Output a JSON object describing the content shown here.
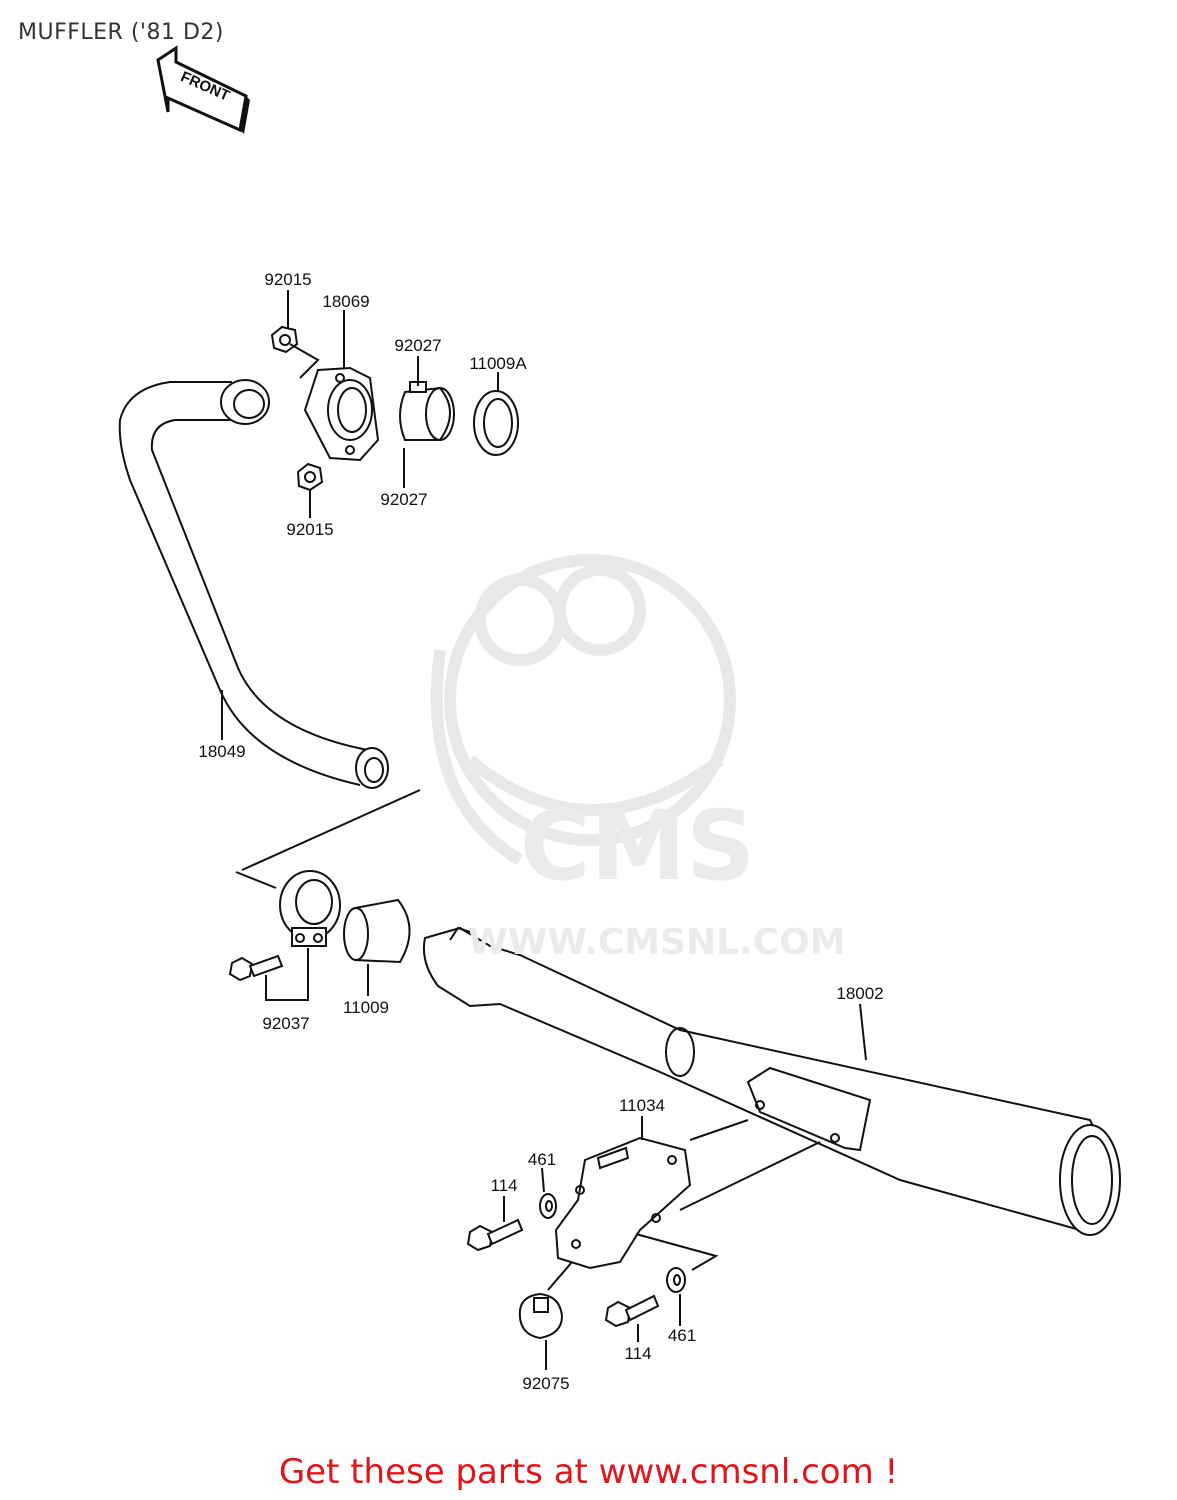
{
  "title": "MUFFLER ('81 D2)",
  "front_arrow_label": "FRONT",
  "watermark": {
    "logo_text": "CMS",
    "url_text": "WWW.CMSNL.COM"
  },
  "parts": {
    "p92015_top": "92015",
    "p18069": "18069",
    "p92027_top": "92027",
    "p11009A": "11009A",
    "p92027_bottom": "92027",
    "p92015_bottom": "92015",
    "p18049": "18049",
    "p18002": "18002",
    "p92037": "92037",
    "p11009": "11009",
    "p11034": "11034",
    "p461_left": "461",
    "p114_left": "114",
    "p114_right": "114",
    "p461_right": "461",
    "p92075": "92075"
  },
  "footer": {
    "text": "Get these parts at www.cmsnl.com !"
  },
  "colors": {
    "line": "#111111",
    "watermark": "#e6e6e6",
    "footer": "#e0151b"
  }
}
